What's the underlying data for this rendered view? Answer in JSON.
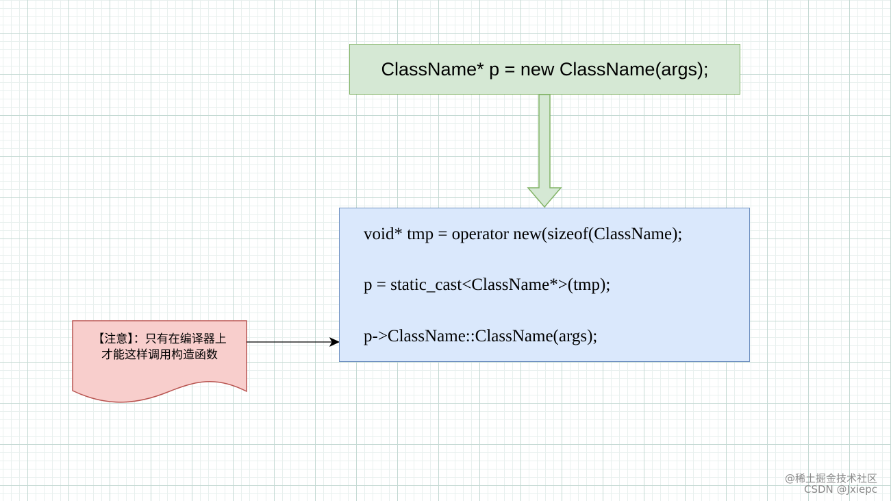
{
  "diagram": {
    "top_box": {
      "text": "ClassName* p = new ClassName(args);",
      "fill": "#d5e8d4",
      "stroke": "#82b366"
    },
    "main_box": {
      "lines": [
        "void* tmp = operator new(sizeof(ClassName);",
        "p = static_cast<ClassName*>(tmp);",
        "p->ClassName::ClassName(args);"
      ],
      "fill": "#dae8fc",
      "stroke": "#6c8ebf"
    },
    "note": {
      "line1": "【注意】：只有在编译器上",
      "line2": "才能这样调用构造函数",
      "fill": "#f8cecc",
      "stroke": "#b85450"
    },
    "arrow_down": {
      "fill": "#d5e8d4",
      "stroke": "#82b366"
    },
    "connector_color": "#000000"
  },
  "watermark": {
    "line1": "@稀土掘金技术社区",
    "line2": "CSDN @Jxiepc"
  }
}
